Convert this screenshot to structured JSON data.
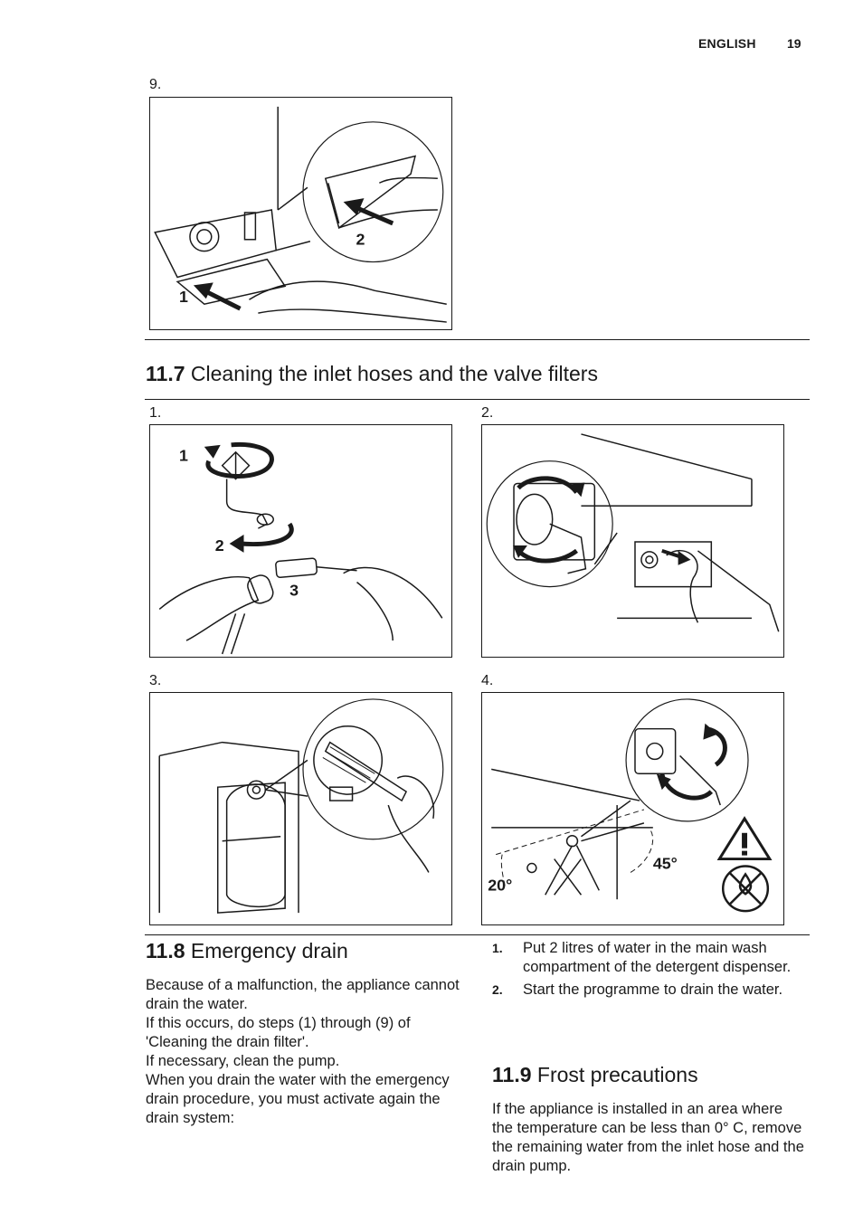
{
  "header": {
    "language": "ENGLISH",
    "page_number": "19"
  },
  "top_figure": {
    "label": "9.",
    "callouts": [
      "1",
      "2"
    ]
  },
  "section_11_7": {
    "number": "11.7",
    "title": "Cleaning the inlet hoses and the valve filters",
    "figures": [
      {
        "label": "1.",
        "callouts": [
          "1",
          "2",
          "3"
        ]
      },
      {
        "label": "2."
      },
      {
        "label": "3."
      },
      {
        "label": "4.",
        "angles": [
          "20°",
          "45°"
        ]
      }
    ]
  },
  "section_11_8": {
    "number": "11.8",
    "title": "Emergency drain",
    "paragraphs": [
      "Because of a malfunction, the appliance cannot drain the water.",
      "If this occurs, do steps (1) through (9) of 'Cleaning the drain filter'.",
      "If necessary, clean the pump.",
      "When you drain the water with the emergency drain procedure, you must activate again the drain system:"
    ],
    "steps": [
      {
        "n": "1.",
        "text": "Put 2 litres of water in the main wash compartment of the detergent dispenser."
      },
      {
        "n": "2.",
        "text": "Start the programme to drain the water."
      }
    ]
  },
  "section_11_9": {
    "number": "11.9",
    "title": "Frost precautions",
    "paragraph": "If the appliance is installed in an area where the temperature can be less than 0° C, remove the remaining water from the inlet hose and the drain pump."
  }
}
